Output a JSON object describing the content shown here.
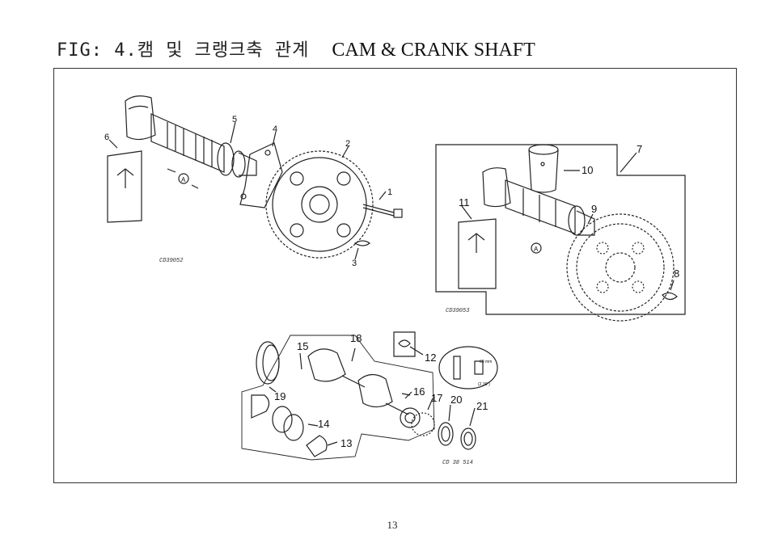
{
  "header": {
    "fig_label": "FIG: 4.캠 및 크랭크축 관계",
    "title_en": "CAM & CRANK SHAFT"
  },
  "diagram": {
    "left_code": "CD39052",
    "right_code": "CD39053",
    "bottom_code": "CD 38 514",
    "callout_a": "A",
    "dimension_label": "60 mm",
    "dimension_label2": "(2.36\")",
    "part_numbers": [
      "1",
      "2",
      "3",
      "4",
      "5",
      "6",
      "7",
      "8",
      "9",
      "10",
      "11",
      "12",
      "13",
      "14",
      "15",
      "16",
      "17",
      "18",
      "19",
      "20",
      "21"
    ]
  },
  "footer": {
    "page_number": "13"
  }
}
